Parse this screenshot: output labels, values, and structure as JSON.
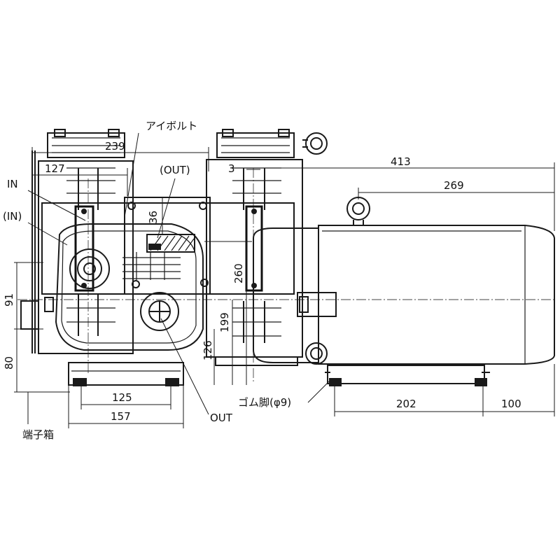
{
  "labels": {
    "eyebolt": "アイボルト",
    "out_paren": "(OUT)",
    "in_label": "IN",
    "in_paren": "(IN)",
    "out_label": "OUT",
    "rubber_feet": "ゴム脚(φ9)",
    "terminal_box": "端子箱"
  },
  "dimensions": {
    "d239": "239",
    "d127": "127",
    "d3": "3",
    "d413": "413",
    "d269": "269",
    "d36": "36",
    "d260": "260",
    "d199": "199",
    "d126": "126",
    "d91": "91",
    "d80": "80",
    "d125": "125",
    "d157": "157",
    "d202": "202",
    "d100": "100"
  }
}
